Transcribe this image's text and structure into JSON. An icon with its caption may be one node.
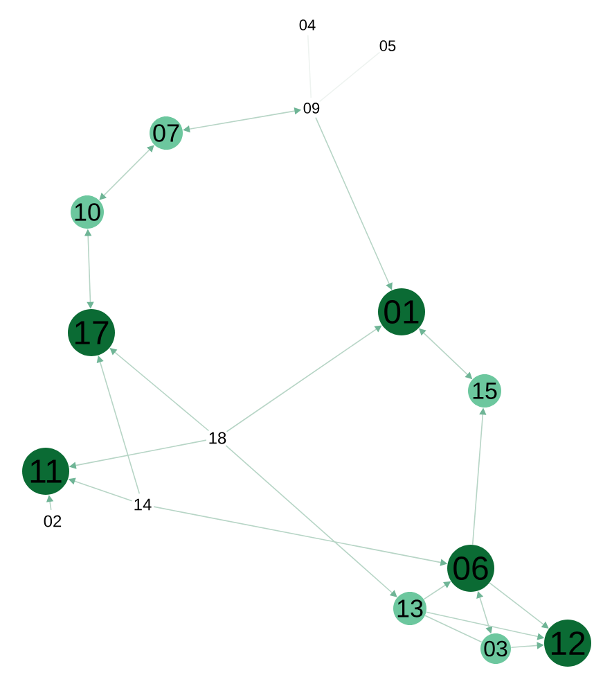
{
  "diagram": {
    "nodes": [
      {
        "text": [
          "04"
        ]
      },
      {
        "text": [
          "05"
        ]
      },
      {
        "text": [
          "09"
        ]
      },
      {
        "text": [
          "07"
        ]
      },
      {
        "text": [
          "10"
        ]
      },
      {
        "text": [
          "17"
        ]
      },
      {
        "text": [
          "01"
        ]
      },
      {
        "text": [
          "15"
        ]
      },
      {
        "text": [
          "18"
        ]
      },
      {
        "text": [
          "11"
        ]
      },
      {
        "text": [
          "02"
        ]
      },
      {
        "text": [
          "14"
        ]
      },
      {
        "text": [
          "06"
        ]
      },
      {
        "text": [
          "13"
        ]
      },
      {
        "text": [
          "03"
        ]
      },
      {
        "text": [
          "12"
        ]
      }
    ],
    "edges": [
      {
        "from": 0,
        "to": 2,
        "arrow": "none",
        "color": "#eef3f0"
      },
      {
        "from": 1,
        "to": 2,
        "arrow": "none",
        "color": "#eef3f0"
      },
      {
        "from": 2,
        "to": 3,
        "arrow": "both"
      },
      {
        "from": 3,
        "to": 4,
        "arrow": "both"
      },
      {
        "from": 4,
        "to": 5,
        "arrow": "both"
      },
      {
        "from": 2,
        "to": 6,
        "arrow": "to"
      },
      {
        "from": 8,
        "to": 5,
        "arrow": "to"
      },
      {
        "from": 8,
        "to": 6,
        "arrow": "to"
      },
      {
        "from": 8,
        "to": 9,
        "arrow": "to"
      },
      {
        "from": 8,
        "to": 13,
        "arrow": "to"
      },
      {
        "from": 11,
        "to": 5,
        "arrow": "to"
      },
      {
        "from": 11,
        "to": 9,
        "arrow": "to"
      },
      {
        "from": 11,
        "to": 12,
        "arrow": "to"
      },
      {
        "from": 10,
        "to": 9,
        "arrow": "to"
      },
      {
        "from": 6,
        "to": 7,
        "arrow": "both"
      },
      {
        "from": 12,
        "to": 7,
        "arrow": "to"
      },
      {
        "from": 13,
        "to": 12,
        "arrow": "to"
      },
      {
        "from": 12,
        "to": 14,
        "arrow": "both"
      },
      {
        "from": 12,
        "to": 15,
        "arrow": "to"
      },
      {
        "from": 13,
        "to": 14,
        "arrow": "none"
      },
      {
        "from": 13,
        "to": 15,
        "arrow": "to"
      },
      {
        "from": 14,
        "to": 15,
        "arrow": "to"
      }
    ]
  }
}
